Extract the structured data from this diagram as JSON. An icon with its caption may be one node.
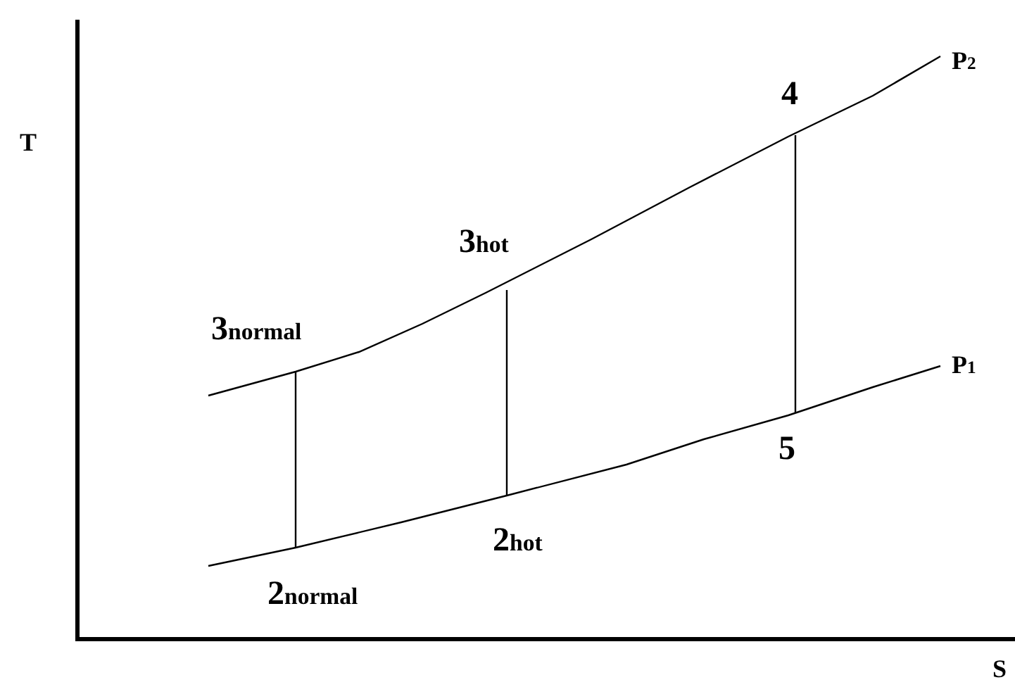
{
  "diagram": {
    "labels": [
      "T",
      "P$_{2}$",
      "4",
      "3$_{hot}$",
      "3$_{normal}$",
      "P$_{1}$",
      "5",
      "2$_{hot}$",
      "2$_{normal}$",
      "S"
    ]
  }
}
